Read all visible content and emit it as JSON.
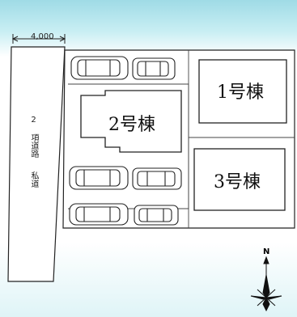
{
  "road": {
    "width_label": "4,000",
    "label_number": "2",
    "label_line1": "項道路",
    "label_line2": "私道"
  },
  "buildings": [
    {
      "id": "b2",
      "label": "2号棟"
    },
    {
      "id": "b1",
      "label": "1号棟"
    },
    {
      "id": "b3",
      "label": "3号棟"
    }
  ],
  "compass": {
    "north": "N"
  },
  "colors": {
    "background_top": "#9fdbe6",
    "lines": "#222222"
  }
}
